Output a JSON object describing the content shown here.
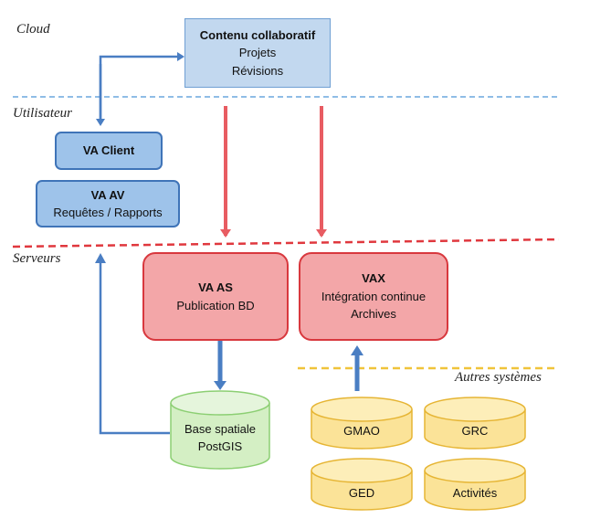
{
  "zones": {
    "cloud": "Cloud",
    "utilisateur": "Utilisateur",
    "serveurs": "Serveurs",
    "autres_systemes": "Autres systèmes"
  },
  "cloud_box": {
    "title": "Contenu collaboratif",
    "line1": "Projets",
    "line2": "Révisions"
  },
  "va_client": {
    "title": "VA Client"
  },
  "va_av": {
    "title": "VA AV",
    "line1": "Requêtes / Rapports"
  },
  "va_as": {
    "title": "VA AS",
    "line1": "Publication BD"
  },
  "vax": {
    "title": "VAX",
    "line1": "Intégration continue",
    "line2": "Archives"
  },
  "base_spatiale": {
    "line1": "Base spatiale",
    "line2": "PostGIS"
  },
  "systems": [
    {
      "label": "GMAO"
    },
    {
      "label": "GRC"
    },
    {
      "label": "GED"
    },
    {
      "label": "Activités"
    }
  ],
  "colors": {
    "separator_blue": "#8fbde6",
    "separator_red": "#e0383e",
    "separator_yellow": "#f0c43a",
    "arrow_blue": "#4a7ec3",
    "arrow_red": "#e85c62",
    "cylinder_green_fill": "#d4efc4",
    "cylinder_green_stroke": "#8ccf73",
    "cylinder_yellow_fill": "#fbe398",
    "cylinder_yellow_stroke": "#e6b534"
  }
}
